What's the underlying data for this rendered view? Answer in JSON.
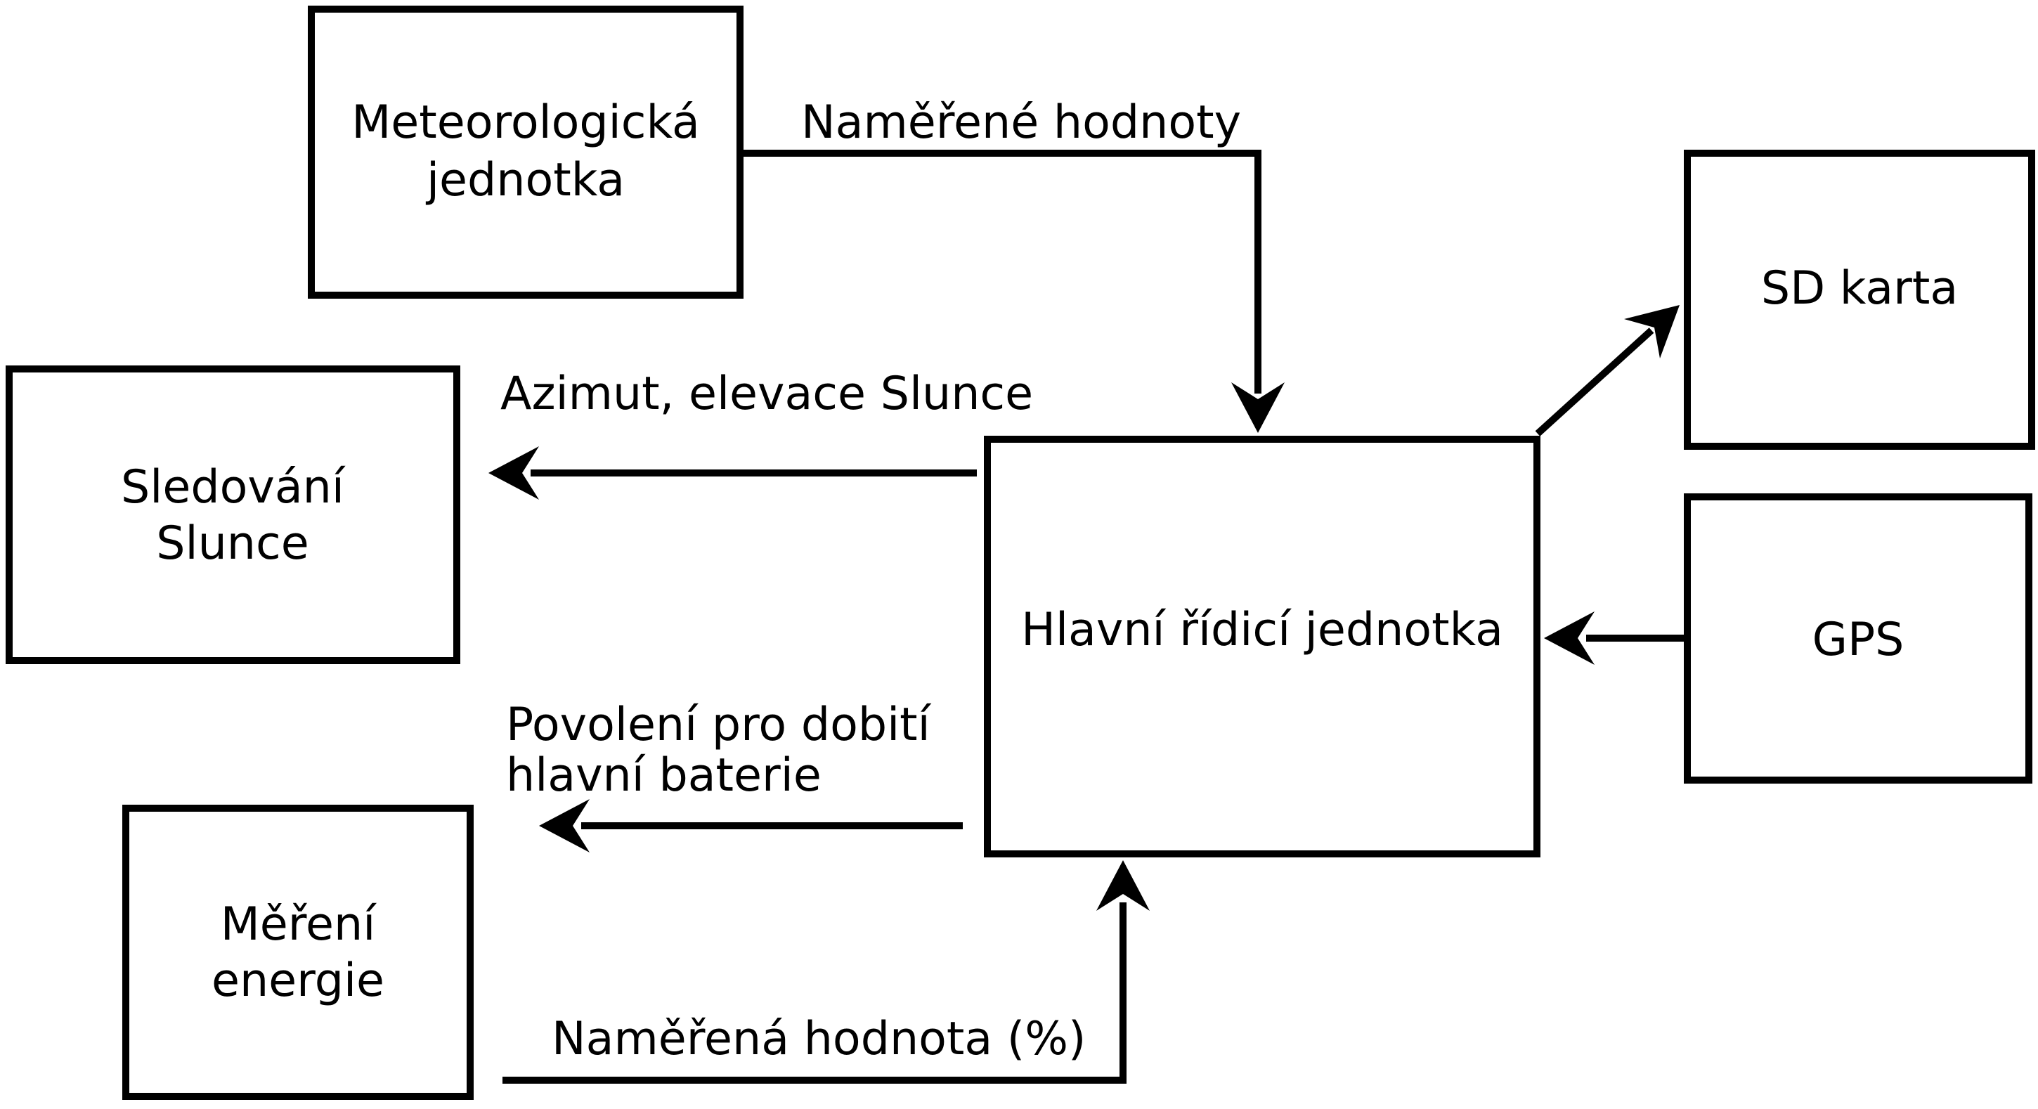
{
  "diagram": {
    "background_color": "#ffffff",
    "stroke_color": "#000000",
    "nodes": [
      {
        "id": "meteorological-unit",
        "lines": [
          "Meteorologická",
          "jednotka"
        ]
      },
      {
        "id": "sun-tracking",
        "lines": [
          "Sledování",
          "Slunce"
        ]
      },
      {
        "id": "energy-measurement",
        "lines": [
          "Měření",
          "energie"
        ]
      },
      {
        "id": "main-control-unit",
        "label": "Hlavní řídicí jednotka"
      },
      {
        "id": "sd-card",
        "label": "SD karta"
      },
      {
        "id": "gps",
        "label": "GPS"
      }
    ],
    "edges": [
      {
        "id": "measured-values",
        "from": "meteorological-unit",
        "to": "main-control-unit",
        "label": "Naměřené hodnoty"
      },
      {
        "id": "sun-azimuth-elevation",
        "from": "main-control-unit",
        "to": "sun-tracking",
        "label": "Azimut, elevace Slunce"
      },
      {
        "id": "charge-enable",
        "from": "main-control-unit",
        "to": "energy-measurement",
        "label_lines": [
          "Povolení pro dobití",
          "hlavní baterie"
        ]
      },
      {
        "id": "measured-percentage",
        "from": "energy-measurement",
        "to": "main-control-unit",
        "label": "Naměřená hodnota (%)"
      },
      {
        "id": "log-to-sd-card",
        "from": "main-control-unit",
        "to": "sd-card",
        "label": ""
      },
      {
        "id": "gps-data",
        "from": "gps",
        "to": "main-control-unit",
        "label": ""
      }
    ]
  }
}
